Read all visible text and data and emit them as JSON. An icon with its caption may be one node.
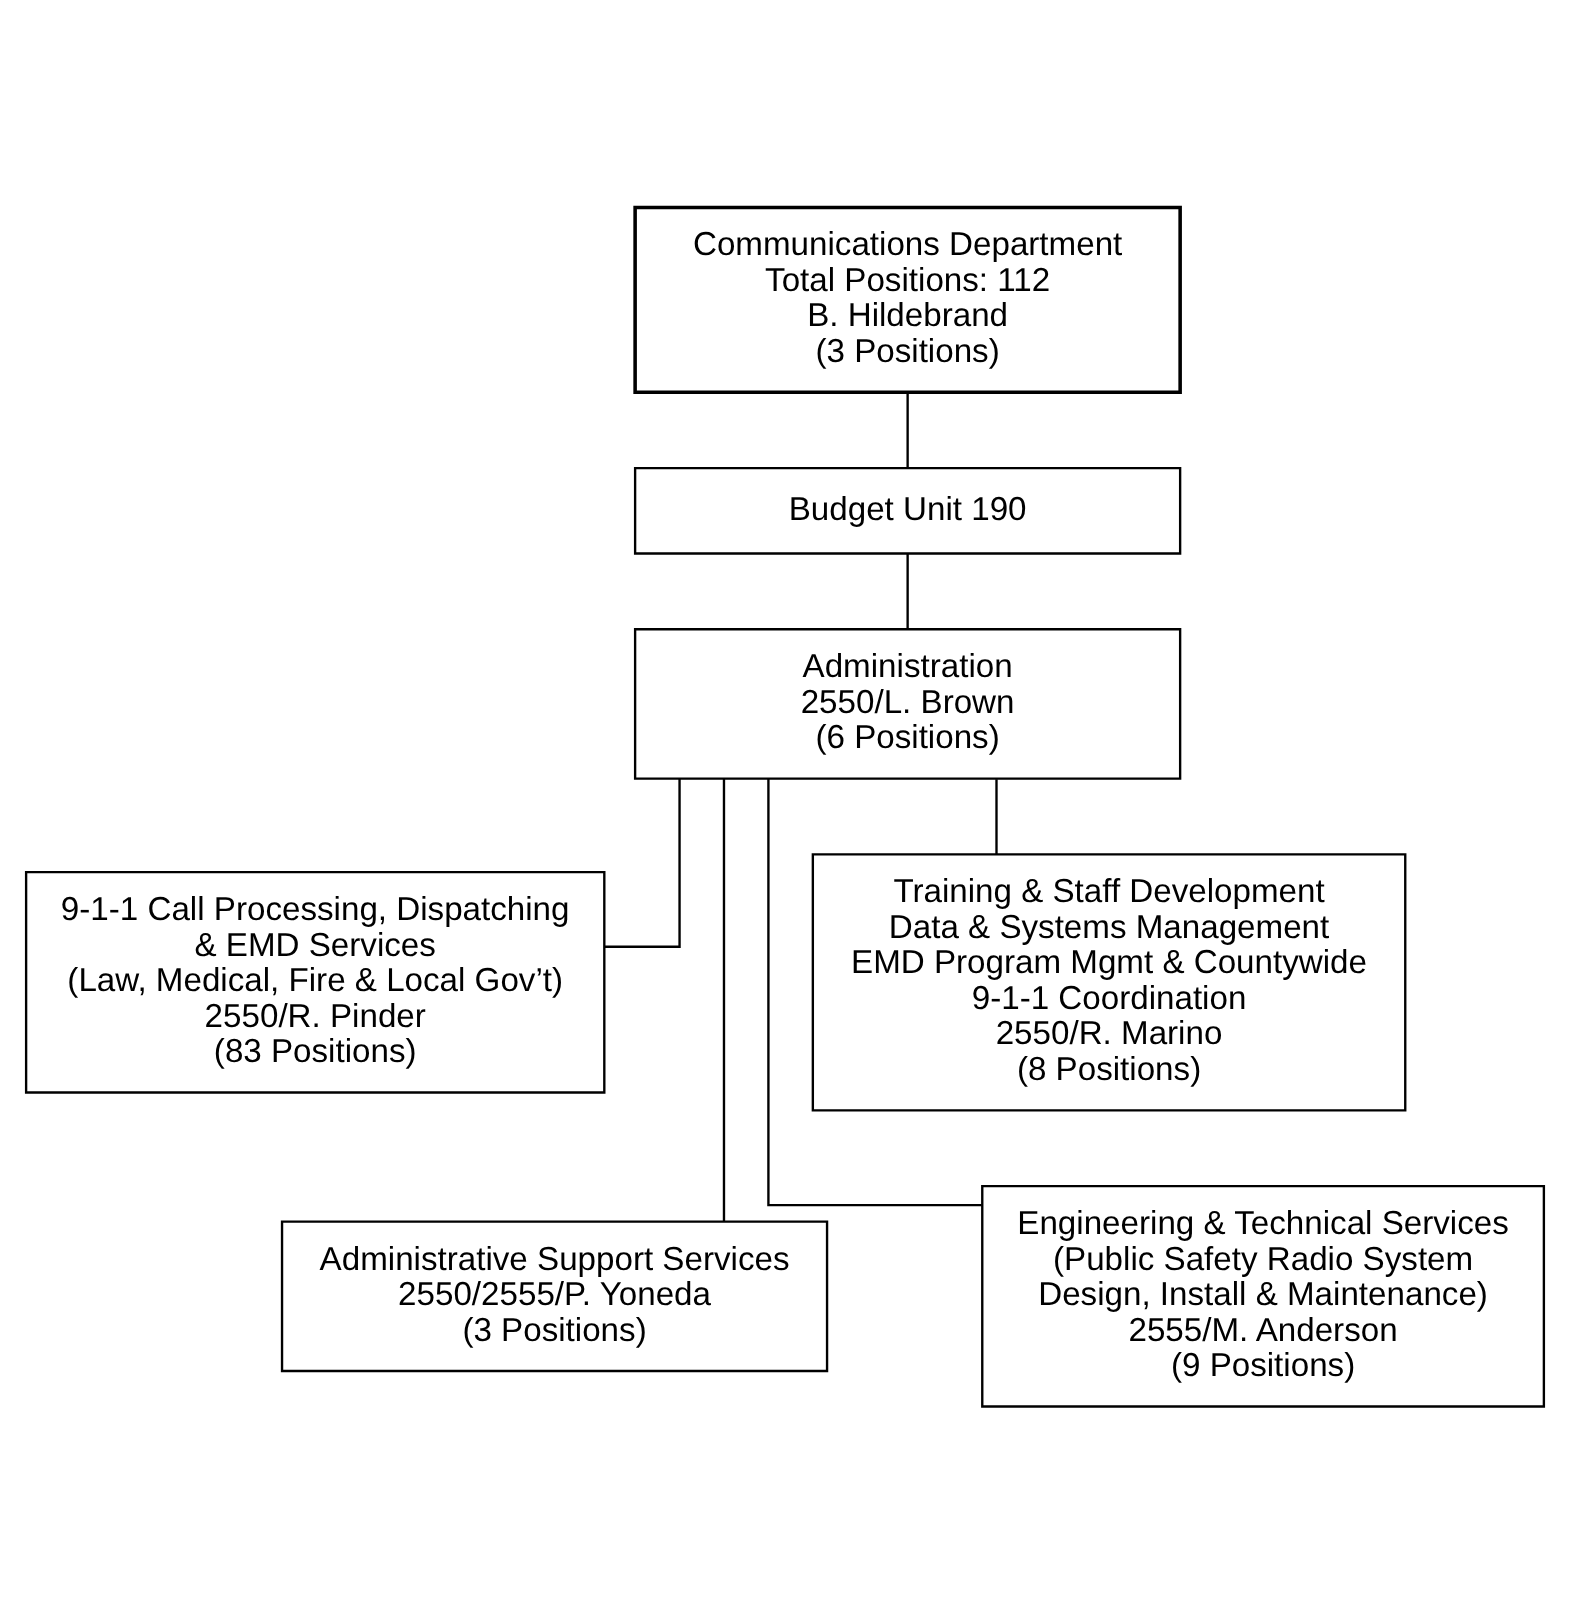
{
  "diagram": {
    "nodes": [
      {
        "text": [
          "Communications Department",
          "Total Positions: 112",
          "B. Hildebrand",
          "(3 Positions)"
        ]
      },
      {
        "text": [
          "Budget Unit 190"
        ]
      },
      {
        "text": [
          "Administration",
          "2550/L. Brown",
          "(6 Positions)"
        ]
      },
      {
        "text": [
          "9-1-1 Call Processing, Dispatching & EMD Services",
          "(Law, Medical, Fire & Local Gov’t)",
          "2550/R. Pinder",
          "(83 Positions)"
        ]
      },
      {
        "text": [
          "Training & Staff Development",
          "Data & Systems Management",
          "EMD Program Mgmt & Countywide 9-1-1 Coordination",
          "2550/R. Marino",
          "(8 Positions)"
        ]
      },
      {
        "text": [
          "Administrative Support Services",
          "2550/2555/P. Yoneda",
          "(3 Positions)"
        ]
      },
      {
        "text": [
          "Engineering & Technical Services",
          "(Public Safety Radio System Design, Install & Maintenance)",
          "2555/M. Anderson",
          "(9 Positions)"
        ]
      }
    ],
    "edges": [
      {
        "from": 0,
        "to": 1,
        "arrow": "none"
      },
      {
        "from": 1,
        "to": 2,
        "arrow": "none"
      },
      {
        "from": 2,
        "to": 3,
        "arrow": "none"
      },
      {
        "from": 2,
        "to": 4,
        "arrow": "none"
      },
      {
        "from": 2,
        "to": 5,
        "arrow": "none"
      },
      {
        "from": 2,
        "to": 6,
        "arrow": "none"
      }
    ]
  }
}
